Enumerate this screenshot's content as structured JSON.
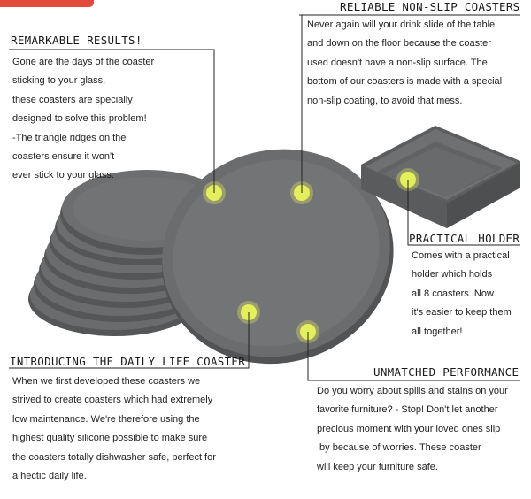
{
  "sections": {
    "remarkable": {
      "heading": "REMARKABLE RESULTS!",
      "lines": [
        "Gone are the days of the coaster",
        "sticking to your glass,",
        "these coasters are specially",
        "designed to solve this problem!",
        "-The triangle ridges on the",
        "coasters ensure it won't",
        "ever stick to your glass."
      ]
    },
    "non_slip": {
      "heading": "RELIABLE NON-SLIP COASTERS",
      "lines": [
        "Never again will your drink slide of the table",
        "and down on the floor because the coaster",
        "used doesn't have a non-slip surface. The",
        "bottom of our coasters is made with a special",
        "non-slip coating, to avoid that mess."
      ]
    },
    "holder": {
      "heading": "PRACTICAL HOLDER",
      "lines": [
        "Comes with a practical",
        "holder which holds",
        "all 8 coasters. Now",
        "it's easier to keep them",
        "all together!"
      ]
    },
    "daily_life": {
      "heading": "INTRODUCING THE DAILY LIFE COASTER",
      "lines": [
        "When we first developed these coasters we",
        "strived to create coasters which had extremely",
        "low maintenance. We're therefore using the",
        "highest quality silicone possible to make sure",
        "the coasters totally dishwasher safe, perfect for",
        "a hectic daily life."
      ]
    },
    "performance": {
      "heading": "UNMATCHED PERFORMANCE",
      "lines": [
        "Do you worry about spills and stains on your",
        "favorite furniture? - Stop! Don't let another",
        "precious moment with your loved ones slip",
        " by because of worries. These coaster",
        "will keep your furniture safe."
      ]
    }
  },
  "colors": {
    "coaster": "#6a6b6d",
    "coaster_dark": "#4f5052",
    "marker": "#e4ef5c",
    "accent": "#e24a3b"
  }
}
